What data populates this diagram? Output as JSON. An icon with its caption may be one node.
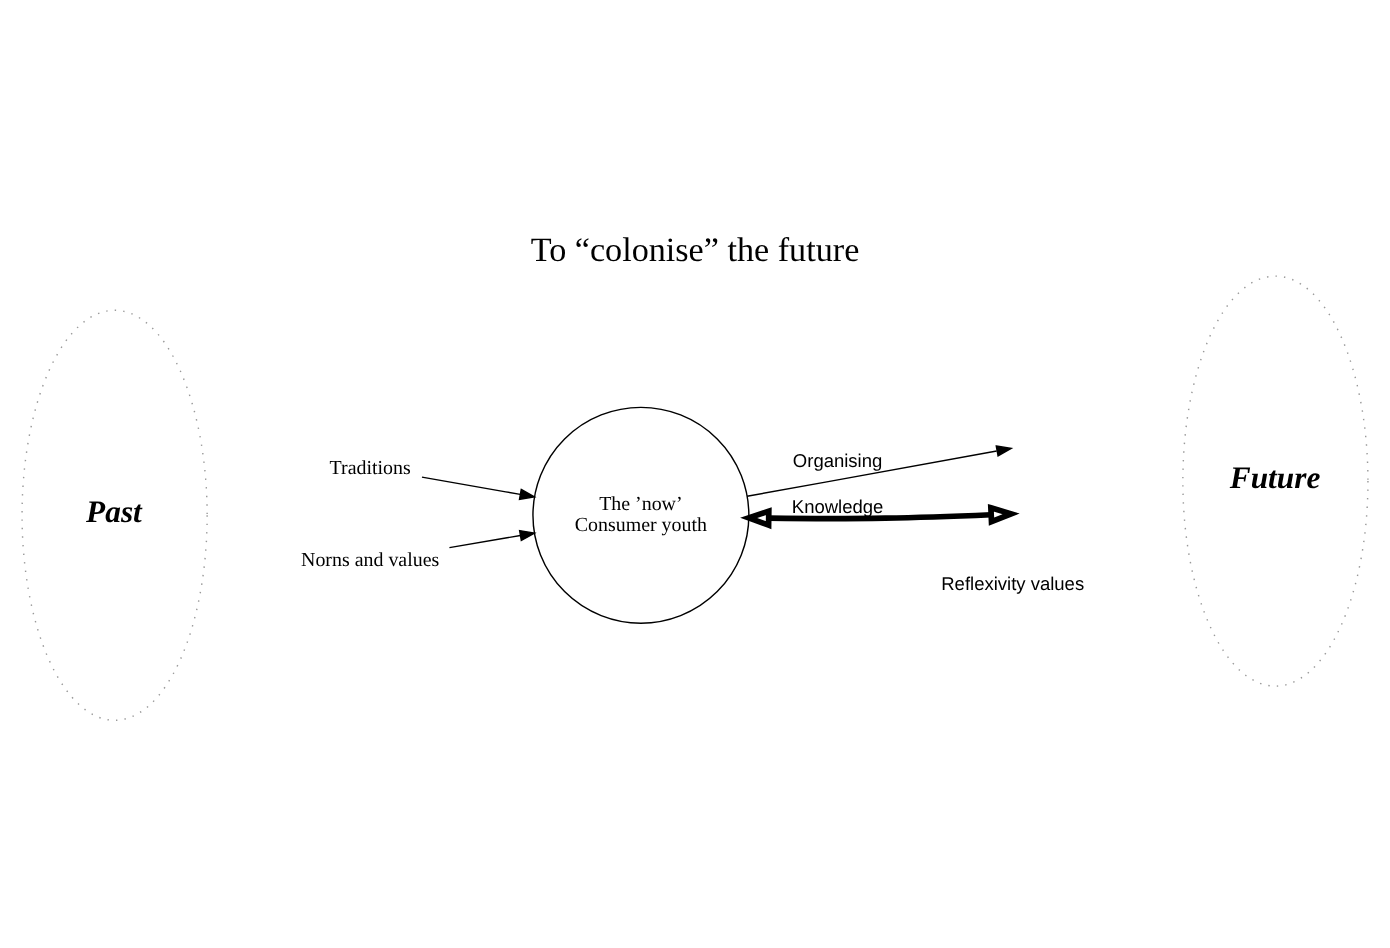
{
  "diagram": {
    "title": "To “colonise” the future",
    "nodes": [
      {
        "text": [
          "Past"
        ]
      },
      {
        "text": [
          "Future"
        ]
      },
      {
        "text": [
          "The ’now’",
          "Consumer youth"
        ]
      },
      {
        "text": [
          "Traditions"
        ]
      },
      {
        "text": [
          "Norns and values"
        ]
      }
    ],
    "edges": [
      {
        "from": 3,
        "to": 2,
        "arrow": "to"
      },
      {
        "from": 4,
        "to": 2,
        "arrow": "to"
      },
      {
        "from": 2,
        "to": null,
        "arrow": "to",
        "label": "Organising"
      },
      {
        "from": 2,
        "to": null,
        "arrow": "both",
        "label": "Knowledge",
        "style": "thick"
      }
    ],
    "labels": [
      "Reflexivity values"
    ]
  }
}
